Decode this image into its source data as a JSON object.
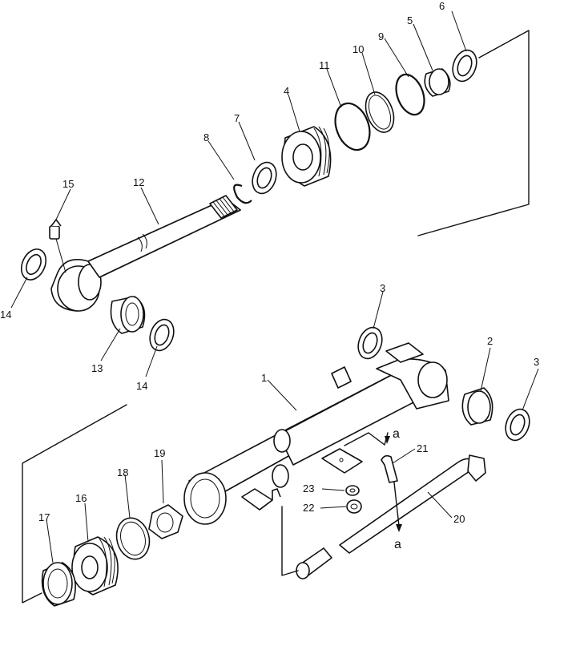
{
  "diagram": {
    "callouts": [
      "1",
      "2",
      "3",
      "3",
      "4",
      "5",
      "6",
      "7",
      "8",
      "9",
      "10",
      "11",
      "12",
      "13",
      "14",
      "14",
      "15",
      "16",
      "17",
      "18",
      "19",
      "20",
      "21",
      "22",
      "23"
    ],
    "flow_marks": [
      "a",
      "a"
    ]
  }
}
